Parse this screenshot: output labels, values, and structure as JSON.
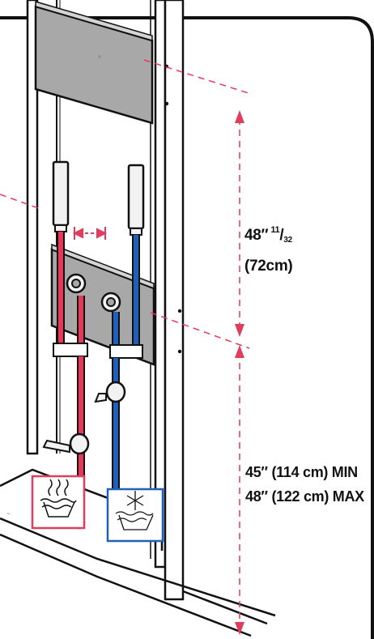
{
  "colors": {
    "outline": "#111111",
    "panel_gray": "#a8a8a8",
    "hot": "#e8385a",
    "cold": "#2060b8",
    "dimension": "#e23c5c",
    "pipe_cap": "#f2f2f2"
  },
  "icons": {
    "hot": "hot-water-waves-icon",
    "cold": "cold-water-snowflake-icon"
  },
  "dimensions": {
    "upper": {
      "whole": "48″",
      "numerator": "11",
      "slash": "/",
      "denominator": "32",
      "metric": "(72cm)"
    },
    "lower": {
      "min": "45″ (114 cm) MIN",
      "max": "48″ (122 cm) MAX"
    }
  }
}
